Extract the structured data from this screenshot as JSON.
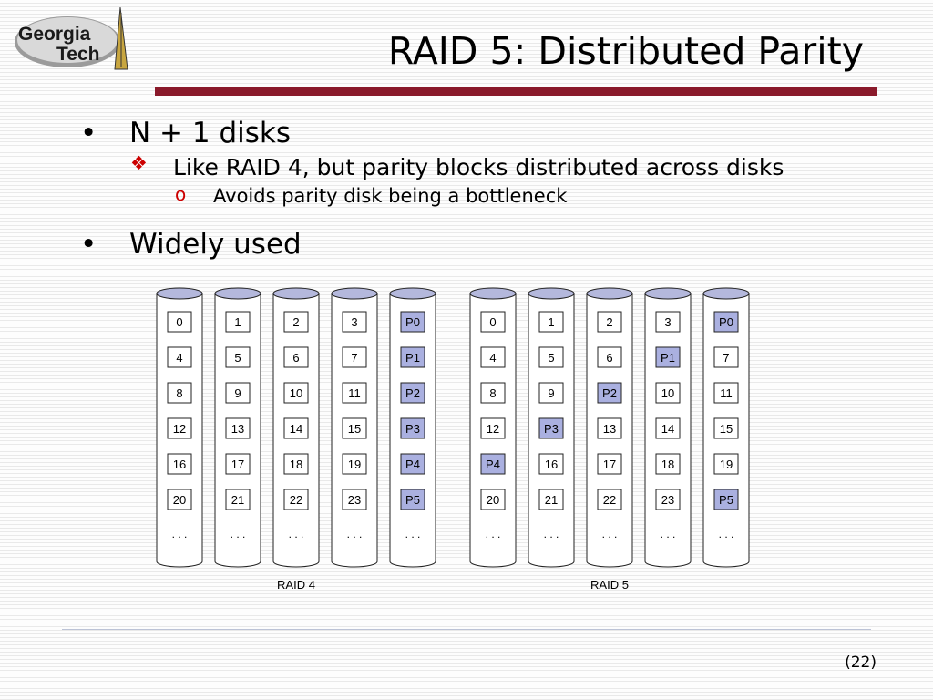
{
  "logo": {
    "line1": "Georgia",
    "line2": "Tech"
  },
  "title": "RAID 5: Distributed Parity",
  "bullets": [
    {
      "mark": "•",
      "text": "N + 1 disks",
      "sub": [
        {
          "mark": "❖",
          "text": "Like RAID 4, but parity blocks distributed across disks",
          "sub": [
            {
              "mark": "o",
              "text": "Avoids parity disk being a bottleneck"
            }
          ]
        }
      ]
    },
    {
      "mark": "•",
      "text": "Widely used"
    }
  ],
  "figure": {
    "highlight_color": "#aab0e0",
    "arrays": [
      {
        "label": "RAID 4",
        "disks": [
          [
            "0",
            "4",
            "8",
            "12",
            "16",
            "20"
          ],
          [
            "1",
            "5",
            "9",
            "13",
            "17",
            "21"
          ],
          [
            "2",
            "6",
            "10",
            "14",
            "18",
            "22"
          ],
          [
            "3",
            "7",
            "11",
            "15",
            "19",
            "23"
          ],
          [
            "P0",
            "P1",
            "P2",
            "P3",
            "P4",
            "P5"
          ]
        ]
      },
      {
        "label": "RAID 5",
        "disks": [
          [
            "0",
            "4",
            "8",
            "12",
            "P4",
            "20"
          ],
          [
            "1",
            "5",
            "9",
            "P3",
            "16",
            "21"
          ],
          [
            "2",
            "6",
            "P2",
            "13",
            "17",
            "22"
          ],
          [
            "3",
            "P1",
            "10",
            "14",
            "18",
            "23"
          ],
          [
            "P0",
            "7",
            "11",
            "15",
            "19",
            "P5"
          ]
        ]
      }
    ],
    "ellipsis": ". . ."
  },
  "page_number": "(22)"
}
